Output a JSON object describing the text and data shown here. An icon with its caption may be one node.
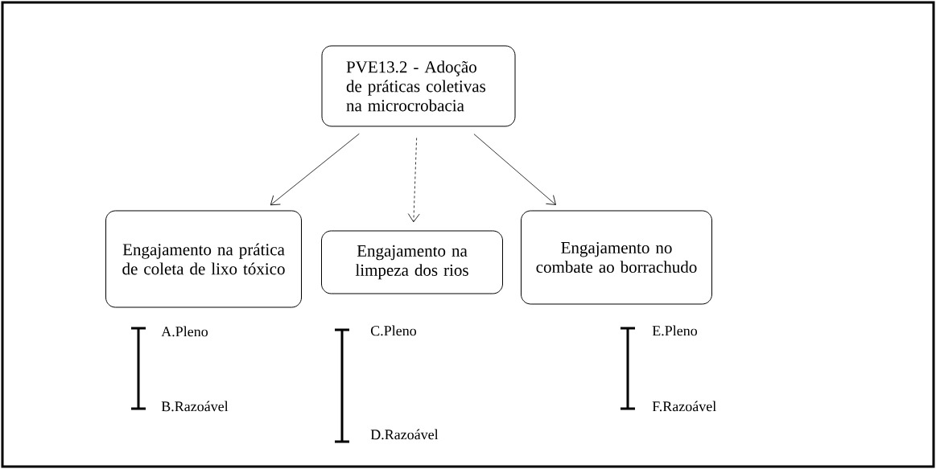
{
  "diagram": {
    "nodes": [
      {
        "text": [
          "PVE13.2 - Adoção de práticas coletivas na microcrobacia"
        ]
      },
      {
        "text": [
          "Engajamento na prática de coleta de lixo tóxico"
        ]
      },
      {
        "text": [
          "Engajamento na limpeza dos rios"
        ]
      },
      {
        "text": [
          "Engajamento no combate ao borrachudo"
        ]
      }
    ],
    "edges": [
      {
        "from": 0,
        "to": 1,
        "arrow": "to"
      },
      {
        "from": 0,
        "to": 2,
        "arrow": "to",
        "style": "dashed"
      },
      {
        "from": 0,
        "to": 3,
        "arrow": "to"
      }
    ],
    "labels": [
      "A.Pleno",
      "C.Pleno",
      "E.Pleno",
      "B.Razoável",
      "D.Razoável",
      "F.Razoável"
    ]
  }
}
